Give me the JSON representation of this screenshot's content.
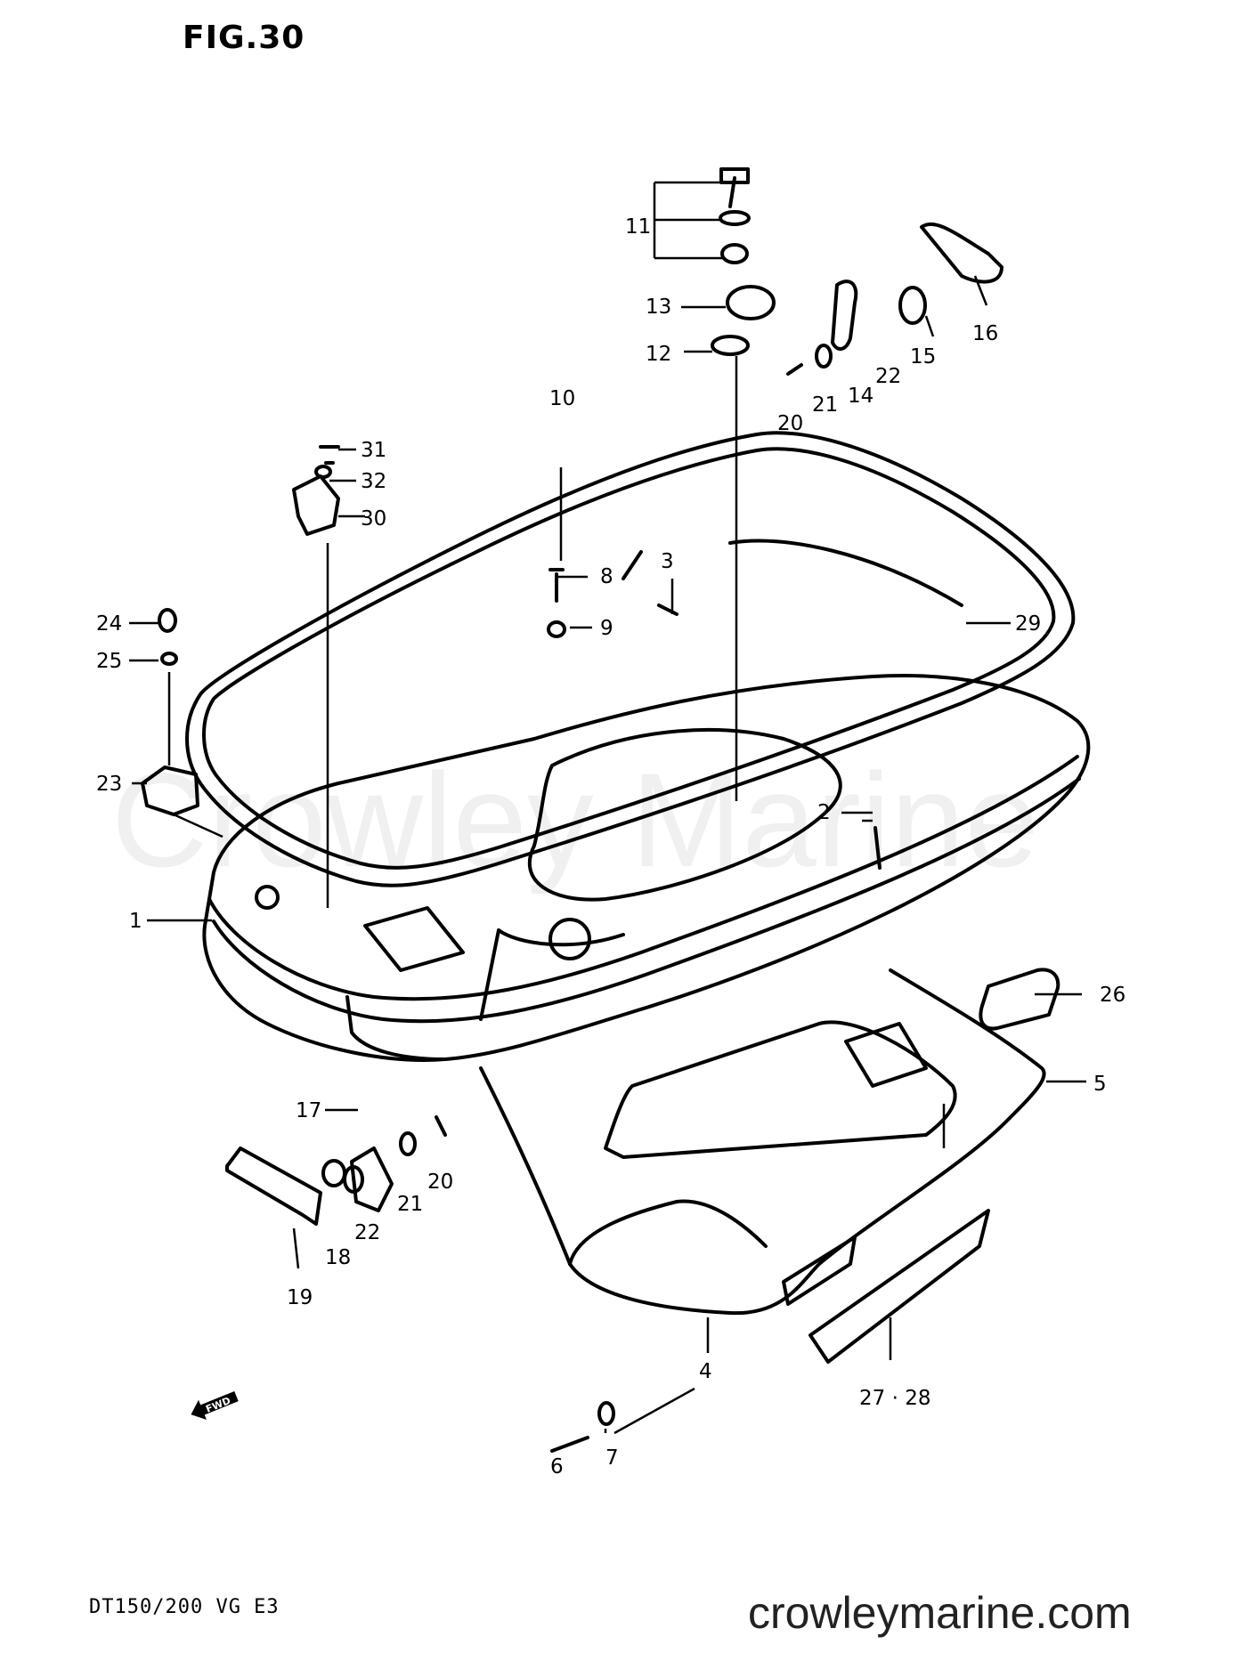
{
  "figure_title": "FIG.30",
  "model_code": "DT150/200 VG E3",
  "website": "crowleymarine.com",
  "watermark": "Crowley Marine",
  "fwd_label": "FWD",
  "callouts": [
    "1",
    "2",
    "3",
    "4",
    "5",
    "6",
    "7",
    "8",
    "9",
    "10",
    "11",
    "12",
    "13",
    "14",
    "15",
    "16",
    "17",
    "18",
    "19",
    "20",
    "20",
    "21",
    "21",
    "22",
    "22",
    "23",
    "24",
    "25",
    "26",
    "27 · 28",
    "29",
    "30",
    "31",
    "32"
  ]
}
